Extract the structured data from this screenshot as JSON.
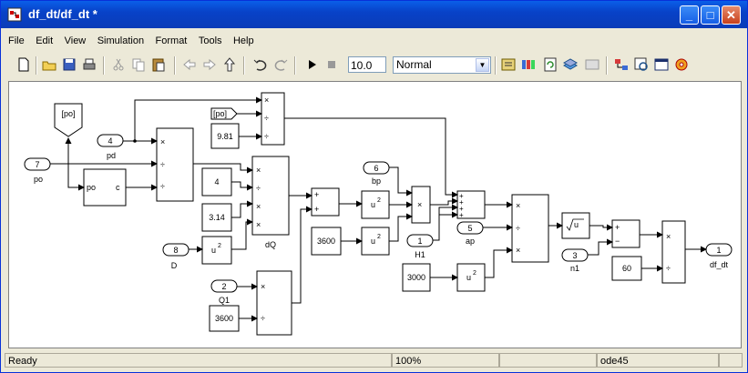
{
  "window": {
    "title": "df_dt/df_dt *",
    "buttons": {
      "minimize": "_",
      "maximize": "□",
      "close": "✕"
    }
  },
  "menu": [
    "File",
    "Edit",
    "View",
    "Simulation",
    "Format",
    "Tools",
    "Help"
  ],
  "toolbar": {
    "stop_time": "10.0",
    "sim_mode": "Normal",
    "icons": [
      "new-icon",
      "open-icon",
      "save-icon",
      "print-icon",
      "cut-icon",
      "copy-icon",
      "paste-icon",
      "back-icon",
      "forward-icon",
      "up-icon",
      "undo-icon",
      "redo-icon",
      "play-icon",
      "stop-icon",
      "build-icon",
      "library-icon",
      "refresh-icon",
      "update-icon",
      "debug-icon",
      "explorer-icon",
      "inspector-icon",
      "model-browser-icon",
      "settings-icon"
    ]
  },
  "diagram": {
    "inports": {
      "po": {
        "num": "7",
        "name": "po"
      },
      "pd": {
        "num": "4",
        "name": "pd"
      },
      "D": {
        "num": "8",
        "name": "D"
      },
      "Q1": {
        "num": "2",
        "name": "Q1"
      },
      "bp": {
        "num": "6",
        "name": "bp"
      },
      "H1": {
        "num": "1",
        "name": "H1"
      },
      "ap": {
        "num": "5",
        "name": "ap"
      },
      "n1": {
        "num": "3",
        "name": "n1"
      }
    },
    "outport": {
      "num": "1",
      "name": "df_dt"
    },
    "goto_tag": "[po]",
    "from_tag": "[po]",
    "subsystem": {
      "in": "po",
      "out": "c"
    },
    "constants": {
      "g": "9.81",
      "four": "4",
      "pi": "3.14",
      "sec_hour_a": "3600",
      "sec_hour_b": "3600",
      "k3000": "3000",
      "k60": "60"
    },
    "ops": {
      "mult": "×",
      "div": "÷",
      "plus": "+",
      "minus": "−",
      "square": "u",
      "exp": "2",
      "sqrt_u": "u"
    },
    "block_labels": {
      "dQ": "dQ"
    }
  },
  "status": {
    "left": "Ready",
    "zoom": "100%",
    "solver": "ode45"
  }
}
